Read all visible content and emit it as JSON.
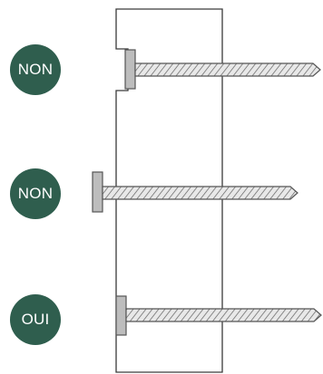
{
  "badges": [
    {
      "label": "NON",
      "verdict": "incorrect"
    },
    {
      "label": "NON",
      "verdict": "incorrect"
    },
    {
      "label": "OUI",
      "verdict": "correct"
    }
  ],
  "colors": {
    "badge_fill": "#2f5e4e",
    "badge_text": "#ffffff",
    "board_stroke": "#3a3a3a",
    "nail_fill": "#bdbdbd",
    "nail_stroke": "#555555"
  },
  "nails": [
    {
      "placement": "head-in-notch",
      "verdict_badge": 0
    },
    {
      "placement": "head-away-from-board",
      "verdict_badge": 1
    },
    {
      "placement": "head-flush-with-board",
      "verdict_badge": 2
    }
  ]
}
